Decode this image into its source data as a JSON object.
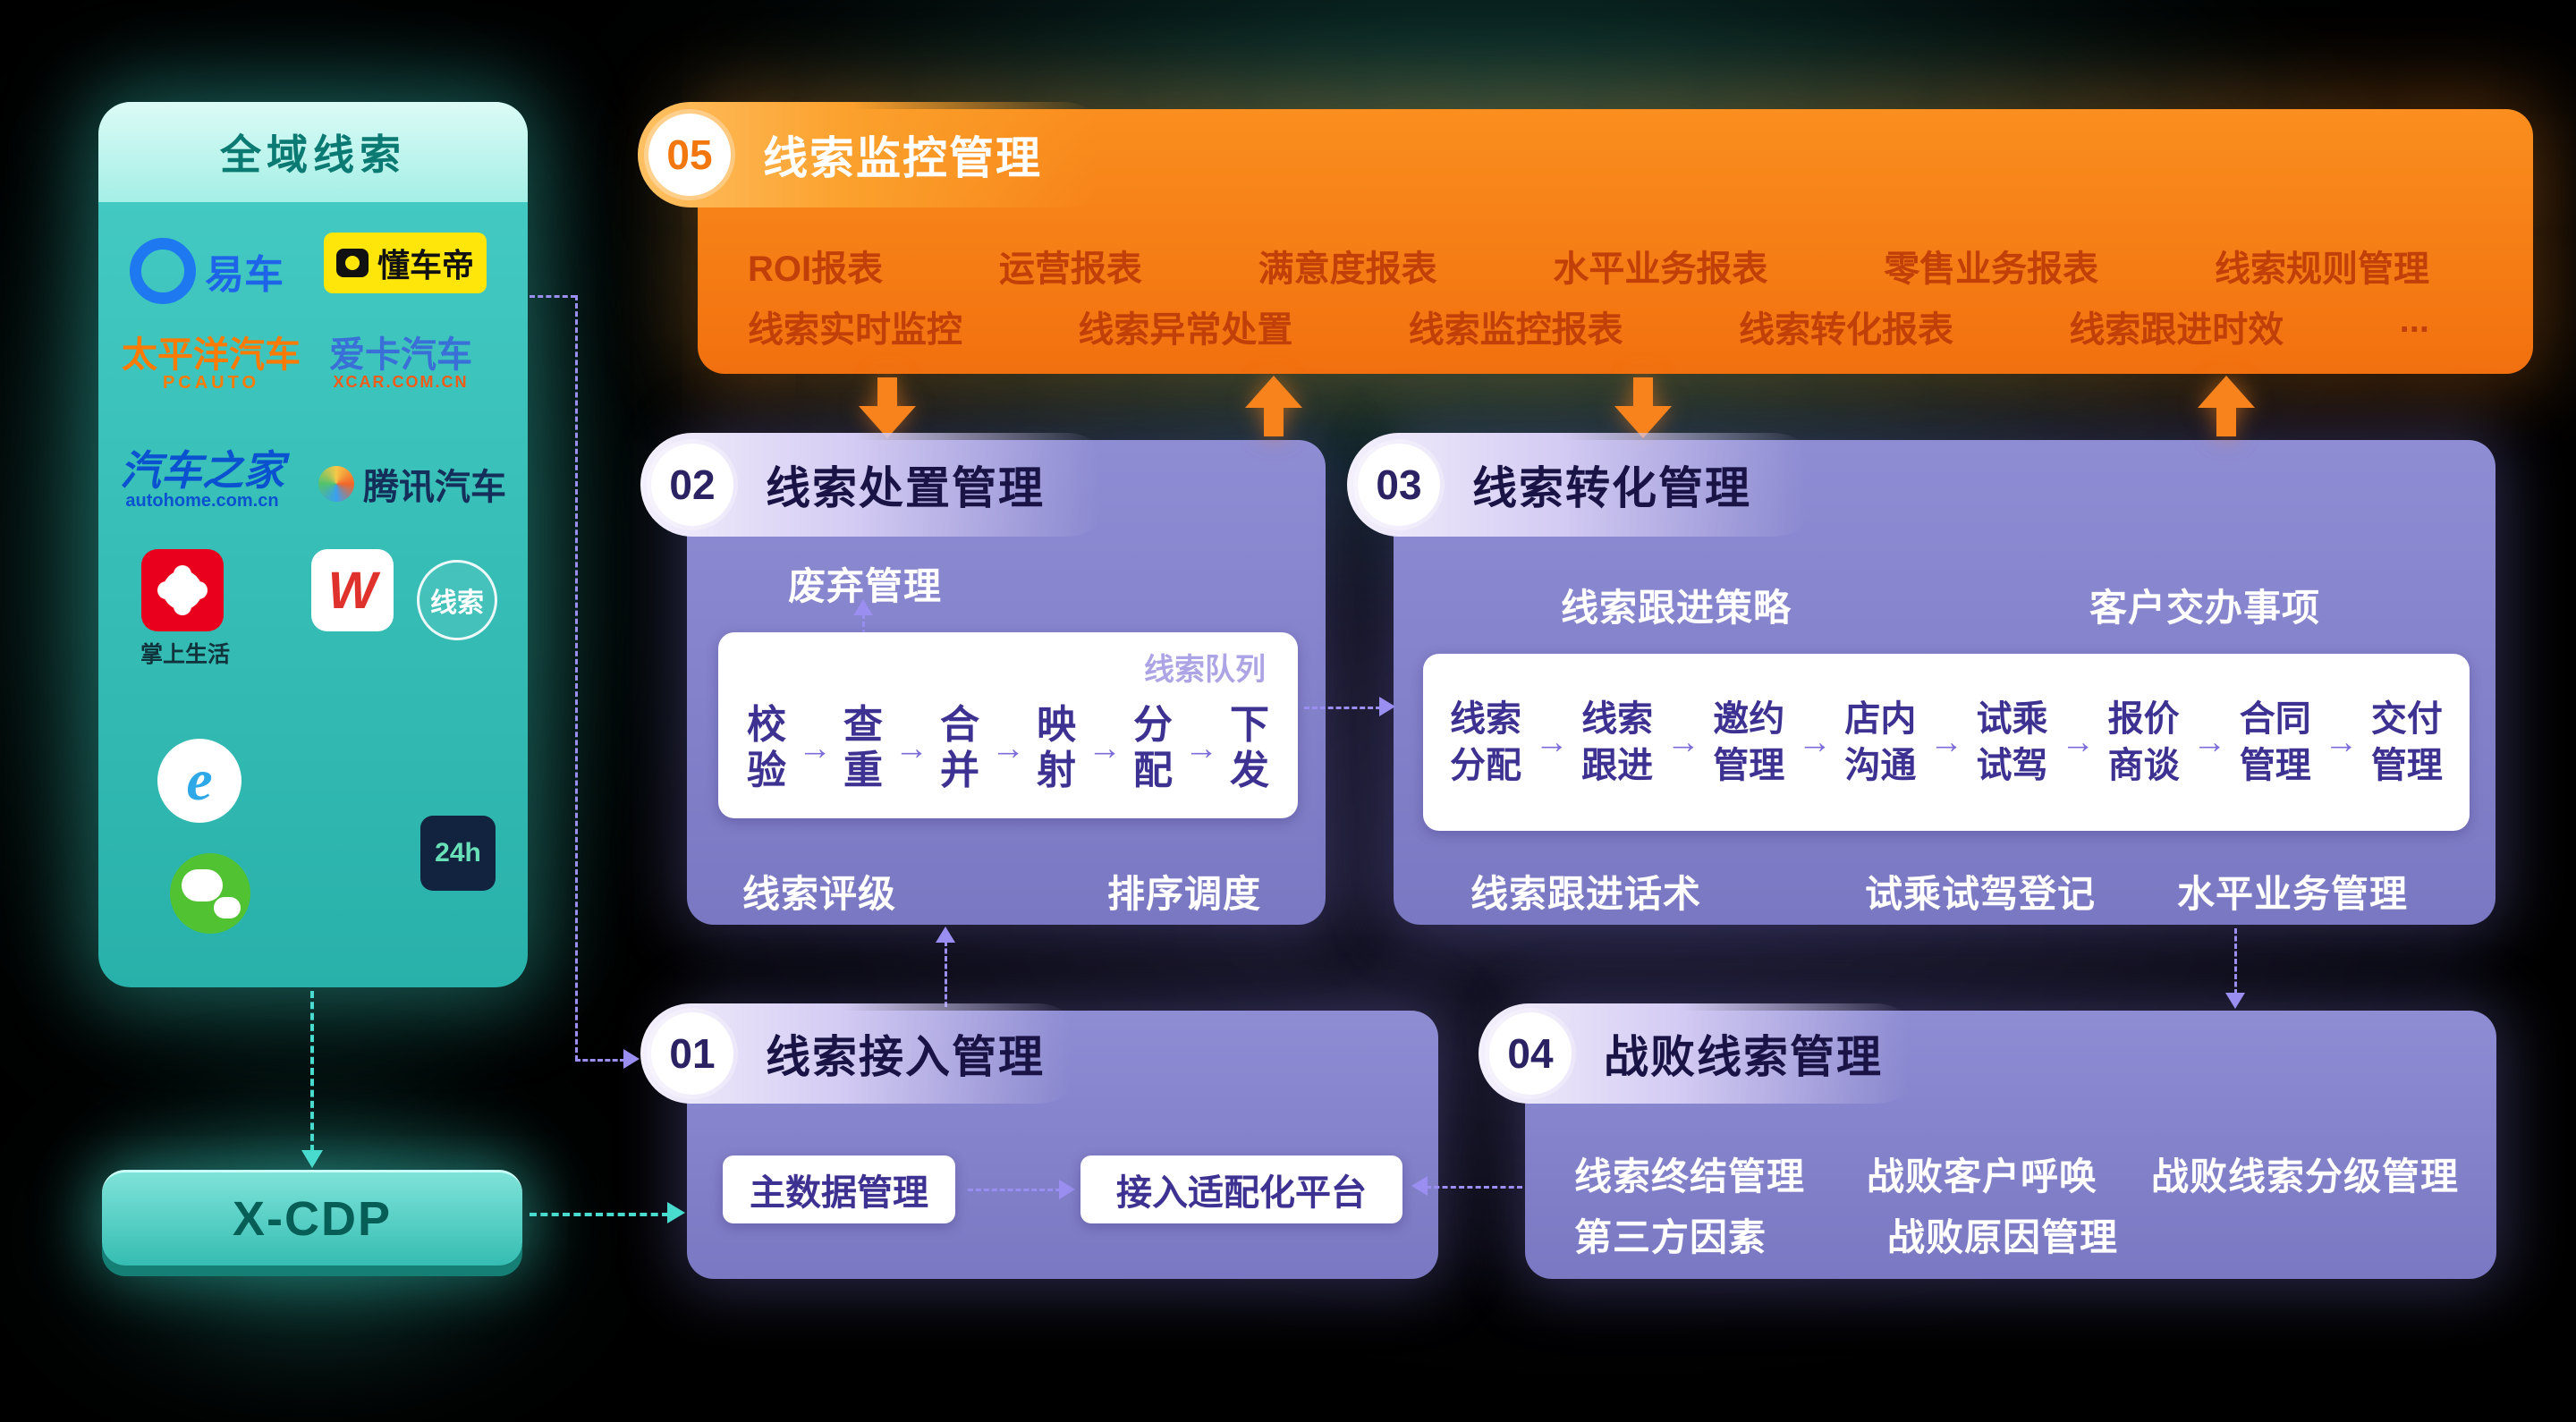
{
  "colors": {
    "background": "#000000",
    "teal_panel": "#2FBFB7",
    "teal_header": "#A4EFE6",
    "orange_box": "#F8811B",
    "orange_text": "#C13F08",
    "purple_box": "#8583CB",
    "purple_pill": "#D3CBF3",
    "flow_text": "#3D3191",
    "connector_purple": "#9A8EF0",
    "connector_teal": "#49DCCE"
  },
  "left_panel": {
    "title": "全域线索",
    "logos": {
      "yiche": {
        "label": "易车"
      },
      "dongchedi": {
        "label": "懂车帝"
      },
      "pcauto": {
        "label": "太平洋汽车",
        "sub": "PCAUTO"
      },
      "xcar": {
        "label": "爱卡汽车",
        "sub": "XCAR.COM.CN"
      },
      "autohome": {
        "label": "汽车之家",
        "sub": "autohome.com.cn"
      },
      "tencent_auto": {
        "label": "腾讯汽车"
      },
      "zhangshang_shenghuo": {
        "label": "掌上生活"
      },
      "w_media": {
        "label": "W"
      },
      "clue_circle": {
        "label": "线索"
      },
      "ie_browser": {
        "label": "e"
      },
      "hotline": {
        "label": "24h"
      }
    }
  },
  "xcdp": {
    "label": "X-CDP"
  },
  "modules": {
    "m05": {
      "number": "05",
      "title": "线索监控管理",
      "row1": [
        "ROI报表",
        "运营报表",
        "满意度报表",
        "水平业务报表",
        "零售业务报表",
        "线索规则管理"
      ],
      "row2": [
        "线索实时监控",
        "线索异常处置",
        "线索监控报表",
        "线索转化报表",
        "线索跟进时效",
        "..."
      ]
    },
    "m02": {
      "number": "02",
      "title": "线索处置管理",
      "discard": "废弃管理",
      "queue": "线索队列",
      "flow": [
        "校验",
        "查重",
        "合并",
        "映射",
        "分配",
        "下发"
      ],
      "bottom": [
        "线索评级",
        "排序调度"
      ]
    },
    "m03": {
      "number": "03",
      "title": "线索转化管理",
      "top": [
        "线索跟进策略",
        "客户交办事项"
      ],
      "flow": [
        "线索分配",
        "线索跟进",
        "邀约管理",
        "店内沟通",
        "试乘试驾",
        "报价商谈",
        "合同管理",
        "交付管理"
      ],
      "bottom": [
        "线索跟进话术",
        "试乘试驾登记",
        "水平业务管理"
      ]
    },
    "m01": {
      "number": "01",
      "title": "线索接入管理",
      "items": [
        "主数据管理",
        "接入适配化平台"
      ]
    },
    "m04": {
      "number": "04",
      "title": "战败线索管理",
      "row1": [
        "线索终结管理",
        "战败客户呼唤",
        "战败线索分级管理"
      ],
      "row2": [
        "第三方因素",
        "战败原因管理"
      ]
    }
  }
}
